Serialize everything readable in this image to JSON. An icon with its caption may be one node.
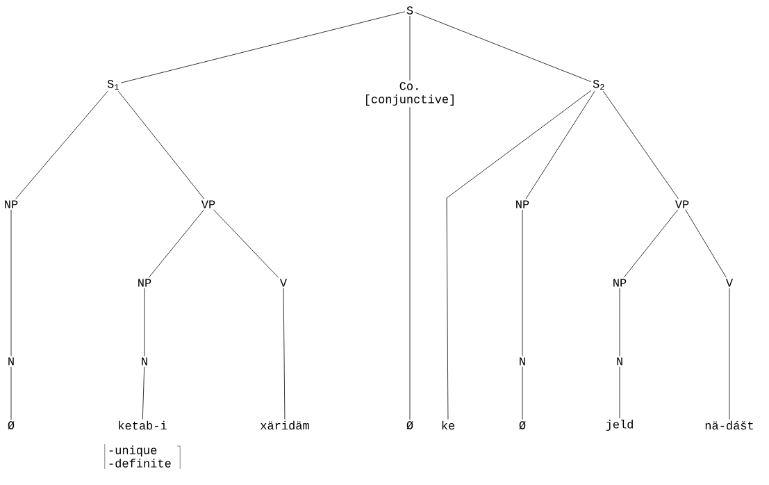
{
  "diagram": {
    "nodes": [
      {
        "text": [
          "S"
        ]
      },
      {
        "text": [
          "S$_{1}$"
        ]
      },
      {
        "text": [
          "Co.",
          "[conjunctive]"
        ]
      },
      {
        "text": [
          "S$_{2}$"
        ]
      },
      {
        "text": [
          "NP"
        ]
      },
      {
        "text": [
          "VP"
        ]
      },
      {
        "text": [
          "NP"
        ]
      },
      {
        "text": [
          "V"
        ]
      },
      {
        "text": [
          "N"
        ]
      },
      {
        "text": [
          "N"
        ]
      },
      {
        "text": [
          "Ø"
        ]
      },
      {
        "text": [
          "ketab-i"
        ],
        "beside": [
          "-unique -definite"
        ]
      },
      {
        "text": [
          "xäridäm"
        ]
      },
      {
        "text": [
          "Ø"
        ]
      },
      {
        "text": [
          "ke"
        ]
      },
      {
        "text": [
          "NP"
        ]
      },
      {
        "text": [
          "N"
        ]
      },
      {
        "text": [
          "Ø"
        ]
      },
      {
        "text": [
          "VP"
        ]
      },
      {
        "text": [
          "NP"
        ]
      },
      {
        "text": [
          "V"
        ]
      },
      {
        "text": [
          "N"
        ]
      },
      {
        "text": [
          "jeld"
        ]
      },
      {
        "text": [
          "nä-dášt"
        ]
      }
    ],
    "edges": [
      {
        "from": 0,
        "to": 1,
        "arrow": "none"
      },
      {
        "from": 0,
        "to": 2,
        "arrow": "none"
      },
      {
        "from": 0,
        "to": 3,
        "arrow": "none"
      },
      {
        "from": 1,
        "to": 4,
        "arrow": "none"
      },
      {
        "from": 1,
        "to": 5,
        "arrow": "none"
      },
      {
        "from": 4,
        "to": 8,
        "arrow": "none"
      },
      {
        "from": 8,
        "to": 10,
        "arrow": "none"
      },
      {
        "from": 5,
        "to": 6,
        "arrow": "none"
      },
      {
        "from": 5,
        "to": 7,
        "arrow": "none"
      },
      {
        "from": 6,
        "to": 9,
        "arrow": "none"
      },
      {
        "from": 9,
        "to": 11,
        "arrow": "none"
      },
      {
        "from": 7,
        "to": 12,
        "arrow": "none"
      },
      {
        "from": 2,
        "to": 13,
        "arrow": "none"
      },
      {
        "from": 3,
        "to": 14,
        "arrow": "none"
      },
      {
        "from": 3,
        "to": 15,
        "arrow": "none"
      },
      {
        "from": 3,
        "to": 18,
        "arrow": "none"
      },
      {
        "from": 15,
        "to": 16,
        "arrow": "none"
      },
      {
        "from": 16,
        "to": 17,
        "arrow": "none"
      },
      {
        "from": 18,
        "to": 19,
        "arrow": "none"
      },
      {
        "from": 18,
        "to": 20,
        "arrow": "none"
      },
      {
        "from": 19,
        "to": 21,
        "arrow": "none"
      },
      {
        "from": 21,
        "to": 22,
        "arrow": "none"
      },
      {
        "from": 20,
        "to": 23,
        "arrow": "none"
      }
    ]
  }
}
